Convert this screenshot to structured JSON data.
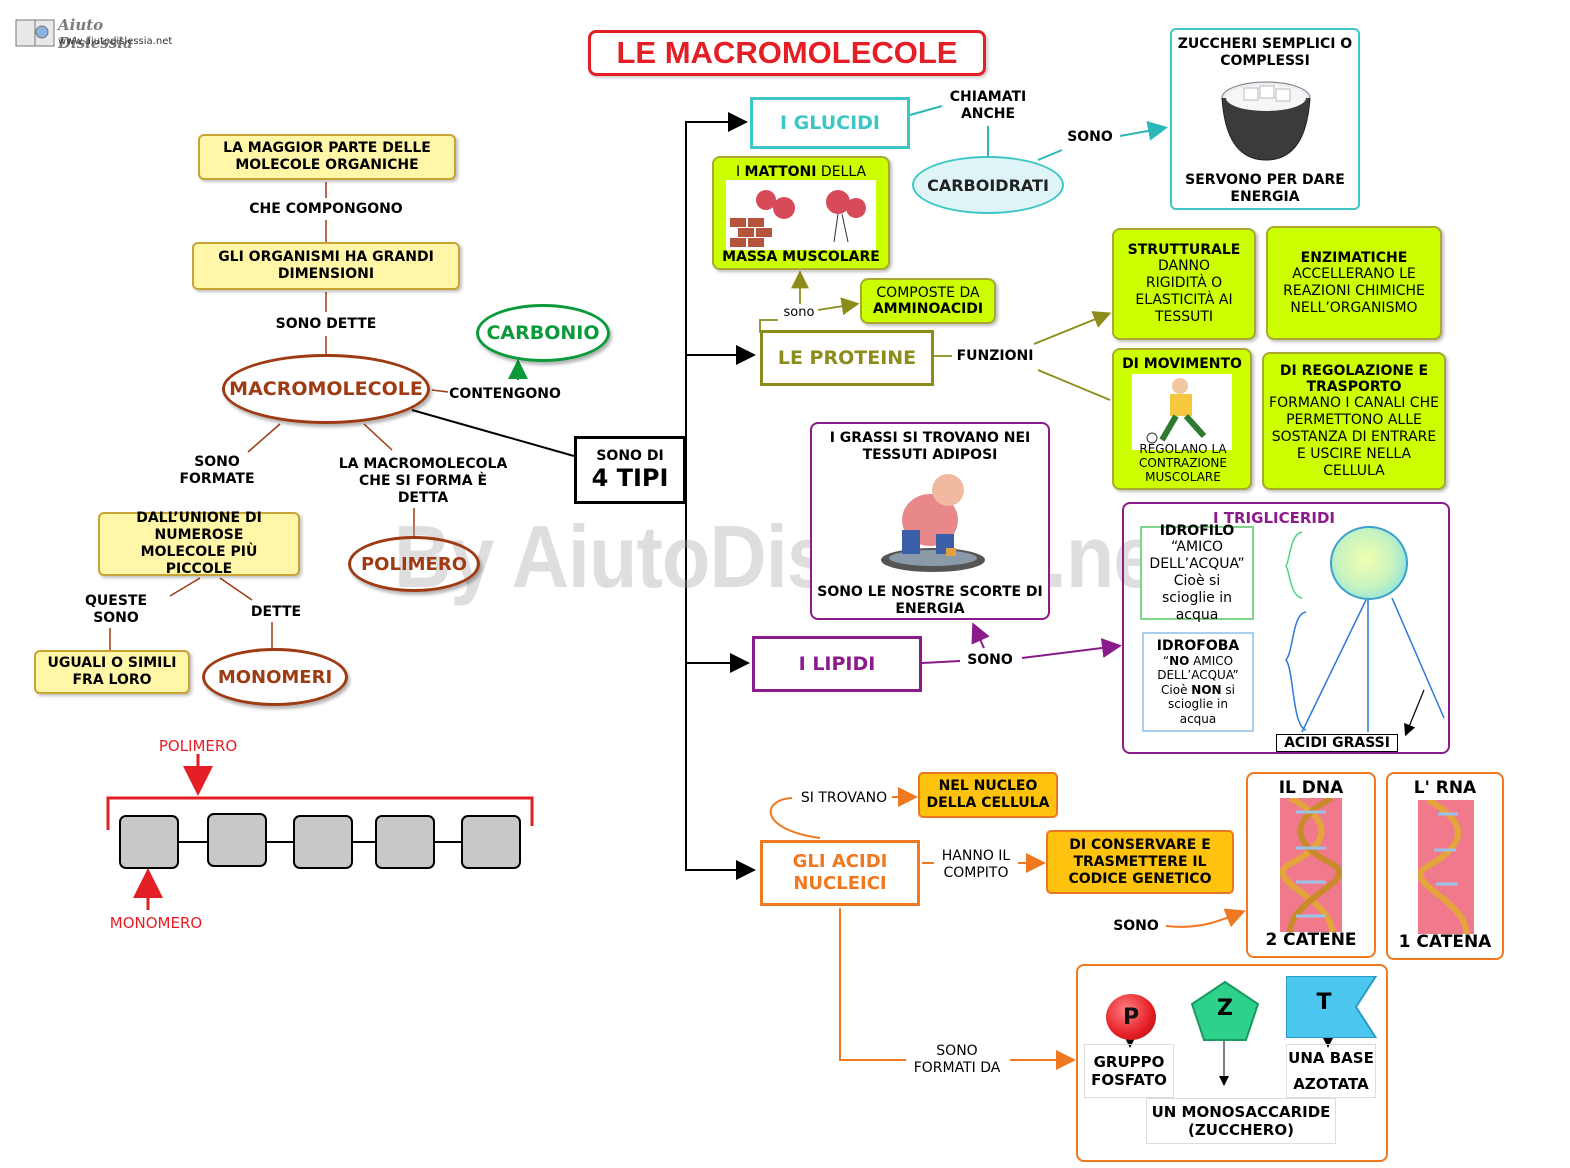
{
  "logo": {
    "name": "Aiuto Dislessia",
    "url": "www.aiutodislessia.net"
  },
  "watermark": "By AiutoDislessia.net",
  "title": "LE MACROMOLECOLE",
  "left": {
    "box1": "LA MAGGIOR PARTE DELLE MOLECOLE ORGANICHE",
    "link1": "CHE COMPONGONO",
    "box2": "GLI  ORGANISMI  HA  GRANDI DIMENSIONI",
    "link2": "SONO DETTE",
    "center": "MACROMOLECOLE",
    "carbonio": "CARBONIO",
    "contengono": "CONTENGONO",
    "sono_formate": "SONO FORMATE",
    "dallunione": "DALL’UNIONE DI NUMEROSE MOLECOLE PIÙ PICCOLE",
    "la_macromolecola": "LA MACROMOLECOLA CHE SI FORMA È DETTA",
    "polimero": "POLIMERO",
    "queste_sono": "QUESTE SONO",
    "dette": "DETTE",
    "uguali": "UGUALI O SIMILI FRA LORO",
    "monomeri": "MONOMERI",
    "chain_polimero": "POLIMERO",
    "chain_monomero": "MONOMERO"
  },
  "center": {
    "sono_di": "SONO DI",
    "quattro_tipi": "4 TIPI"
  },
  "glucidi": {
    "label": "I GLUCIDI",
    "chiamati": "CHIAMATI ANCHE",
    "carboidrati": "CARBOIDRATI",
    "sono": "SONO",
    "zuccheri": "ZUCCHERI SEMPLICI O COMPLESSI",
    "servono": "SERVONO PER DARE ENERGIA"
  },
  "proteine": {
    "label": "LE PROTEINE",
    "mattoni_pre": "I ",
    "mattoni_bold": "MATTONI",
    "mattoni_post": " DELLA",
    "massa": "MASSA MUSCOLARE",
    "sono": "sono",
    "composte_1": "COMPOSTE DA",
    "composte_2": "AMMINOACIDI",
    "funzioni": "FUNZIONI",
    "strutturale_title": "STRUTTURALE",
    "strutturale_text": "DANNO RIGIDITÀ O ELASTICITÀ AI TESSUTI",
    "enzimatiche_title": "ENZIMATICHE",
    "enzimatiche_text": "ACCELLERANO LE REAZIONI CHIMICHE NELL’ORGANISMO",
    "movimento_title": "DI MOVIMENTO",
    "movimento_text": "REGOLANO LA CONTRAZIONE MUSCOLARE",
    "regolazione_title": "DI REGOLAZIONE E TRASPORTO",
    "regolazione_text": "FORMANO I CANALI CHE PERMETTONO ALLE SOSTANZA DI ENTRARE E USCIRE NELLA CELLULA"
  },
  "lipidi": {
    "label": "I LIPIDI",
    "grassi": "I GRASSI SI TROVANO NEI TESSUTI ADIPOSI",
    "scorte": "SONO LE NOSTRE SCORTE DI ENERGIA",
    "sono": "SONO",
    "trigliceridi": "I TRIGLICERIDI",
    "idrofilo_title": "IDROFILO",
    "idrofilo_text": "“AMICO DELL’ACQUA” Cioè si scioglie in acqua",
    "idrofoba_title": "IDROFOBA",
    "idrofoba_q1": "“",
    "idrofoba_no": "NO",
    "idrofoba_q2": " AMICO DELL’ACQUA” Cioè ",
    "idrofoba_non": "NON",
    "idrofoba_q3": " si scioglie in acqua",
    "acidi_grassi": "ACIDI GRASSI"
  },
  "acidi": {
    "label": "GLI ACIDI NUCLEICI",
    "si_trovano": "SI TROVANO",
    "nucleo": "NEL NUCLEO DELLA CELLULA",
    "hanno_compito": "HANNO IL COMPITO",
    "conservare": "DI CONSERVARE E TRASMETTERE IL CODICE GENETICO",
    "sono": "SONO",
    "dna": "IL DNA",
    "dna_catene": "2 CATENE",
    "rna": "L' RNA",
    "rna_catena": "1 CATENA",
    "sono_formati": "SONO FORMATI DA",
    "p": "P",
    "z": "Z",
    "t": "T",
    "fosfato": "GRUPPO FOSFATO",
    "base": "UNA BASE",
    "azotata": "AZOTATA",
    "monosaccaride": "UN MONOSACCARIDE (ZUCCHERO)"
  },
  "colors": {
    "title_red": "#e41e25",
    "brown": "#9e3b12",
    "green": "#0a9a3a",
    "cyan": "#3ec6c6",
    "olive": "#8c8c1a",
    "purple": "#8b1a8b",
    "orange": "#f07820"
  }
}
